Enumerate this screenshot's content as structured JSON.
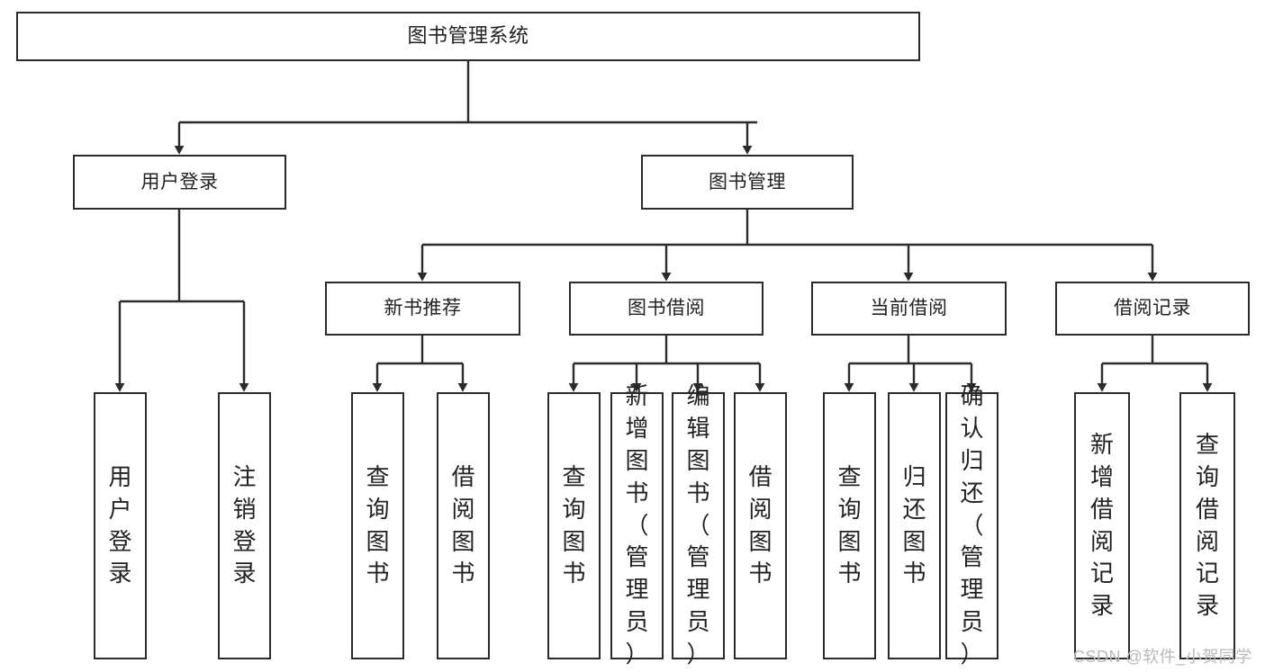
{
  "diagram": {
    "title_node": {
      "label": "图书管理系统"
    },
    "level2": [
      {
        "label": "用户登录"
      },
      {
        "label": "图书管理"
      }
    ],
    "level3": [
      {
        "label": "新书推荐"
      },
      {
        "label": "图书借阅"
      },
      {
        "label": "当前借阅"
      },
      {
        "label": "借阅记录"
      }
    ],
    "leaves": {
      "user_login": [
        {
          "label": "用户登录"
        },
        {
          "label": "注销登录"
        }
      ],
      "new_book_recommend": [
        {
          "label": "查询图书"
        },
        {
          "label": "借阅图书"
        }
      ],
      "book_borrow": [
        {
          "label": "查询图书"
        },
        {
          "label": "新增图书（管理员）"
        },
        {
          "label": "编辑图书（管理员）"
        },
        {
          "label": "借阅图书"
        }
      ],
      "current_borrow": [
        {
          "label": "查询图书"
        },
        {
          "label": "归还图书"
        },
        {
          "label": "确认归还（管理员）"
        }
      ],
      "borrow_record": [
        {
          "label": "新增借阅记录"
        },
        {
          "label": "查询借阅记录"
        }
      ]
    },
    "watermark": "CSDN @软件_小贺同学",
    "colors": {
      "stroke": "#2b2b2b",
      "background": "#ffffff",
      "text": "#222222",
      "watermark": "#b9b9b9"
    }
  }
}
